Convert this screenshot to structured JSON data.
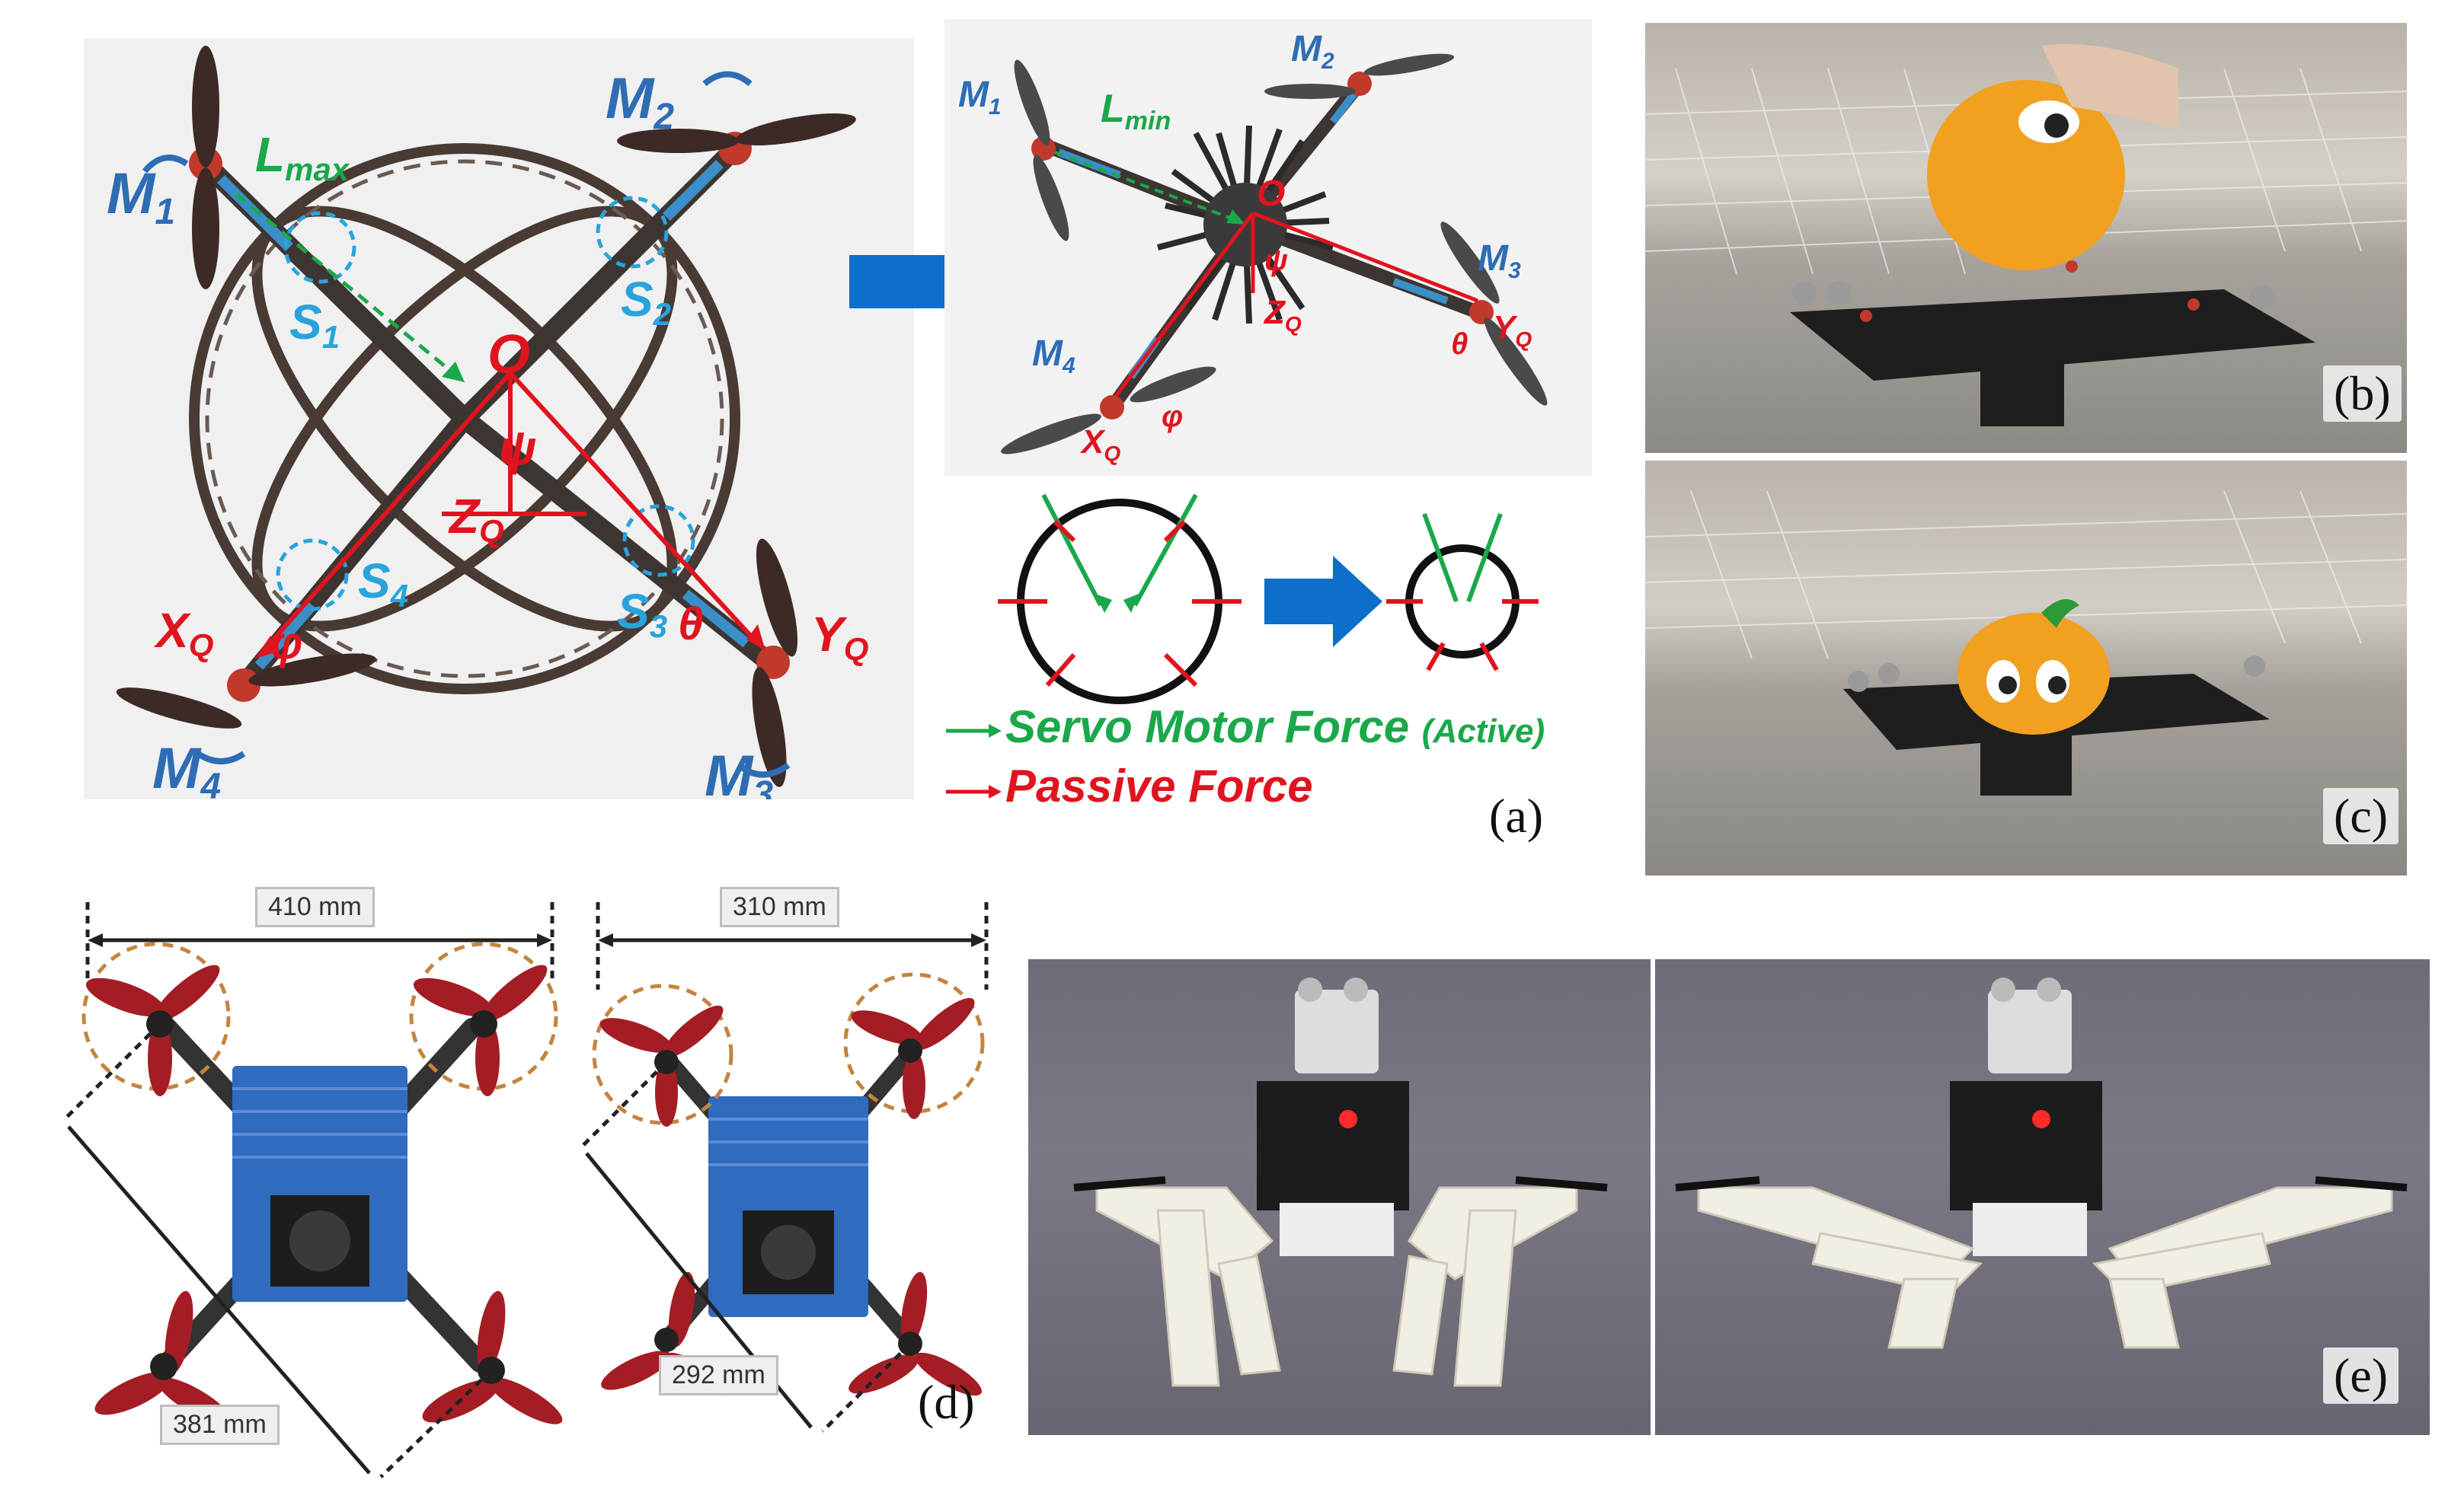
{
  "panels": {
    "a": {
      "label": "(a)",
      "left": {
        "motors": {
          "m1": "M",
          "m1_sub": "1",
          "m2": "M",
          "m2_sub": "2",
          "m3": "M",
          "m3_sub": "3",
          "m4": "M",
          "m4_sub": "4"
        },
        "length_label": "L",
        "length_sub": "max",
        "servos": {
          "s1": "S",
          "s1_sub": "1",
          "s2": "S",
          "s2_sub": "2",
          "s3": "S",
          "s3_sub": "3",
          "s4": "S",
          "s4_sub": "4"
        },
        "origin": "O",
        "axes": {
          "x": "X",
          "x_sub": "Q",
          "y": "Y",
          "y_sub": "Q",
          "z": "Z",
          "z_sub": "Q"
        },
        "angles": {
          "psi": "ψ",
          "theta": "θ",
          "phi": "φ"
        }
      },
      "right": {
        "motors": {
          "m1": "M",
          "m1_sub": "1",
          "m2": "M",
          "m2_sub": "2",
          "m3": "M",
          "m3_sub": "3",
          "m4": "M",
          "m4_sub": "4"
        },
        "length_label": "L",
        "length_sub": "min",
        "origin": "O",
        "axes": {
          "x": "X",
          "x_sub": "Q",
          "y": "Y",
          "y_sub": "Q",
          "z": "Z",
          "z_sub": "Q"
        },
        "angles": {
          "psi": "ψ",
          "theta": "θ",
          "phi": "φ"
        }
      },
      "legend": {
        "servo_label": "Servo Motor Force",
        "servo_suffix": "(Active)",
        "passive_label": "Passive Force"
      }
    },
    "b": {
      "label": "(b)"
    },
    "c": {
      "label": "(c)"
    },
    "d": {
      "label": "(d)",
      "dims": {
        "left_width": "410 mm",
        "left_diag": "381 mm",
        "right_width": "310 mm",
        "right_diag": "292 mm"
      }
    },
    "e": {
      "label": "(e)"
    }
  },
  "colors": {
    "motor_blue": "#2e6db4",
    "servo_cyan": "#29a3dc",
    "axis_red": "#e0141e",
    "length_green": "#1aa84a",
    "arrow_blue": "#0d6fc9",
    "propeller_red": "#a51d24",
    "frame_blue": "#2f6bbf"
  }
}
